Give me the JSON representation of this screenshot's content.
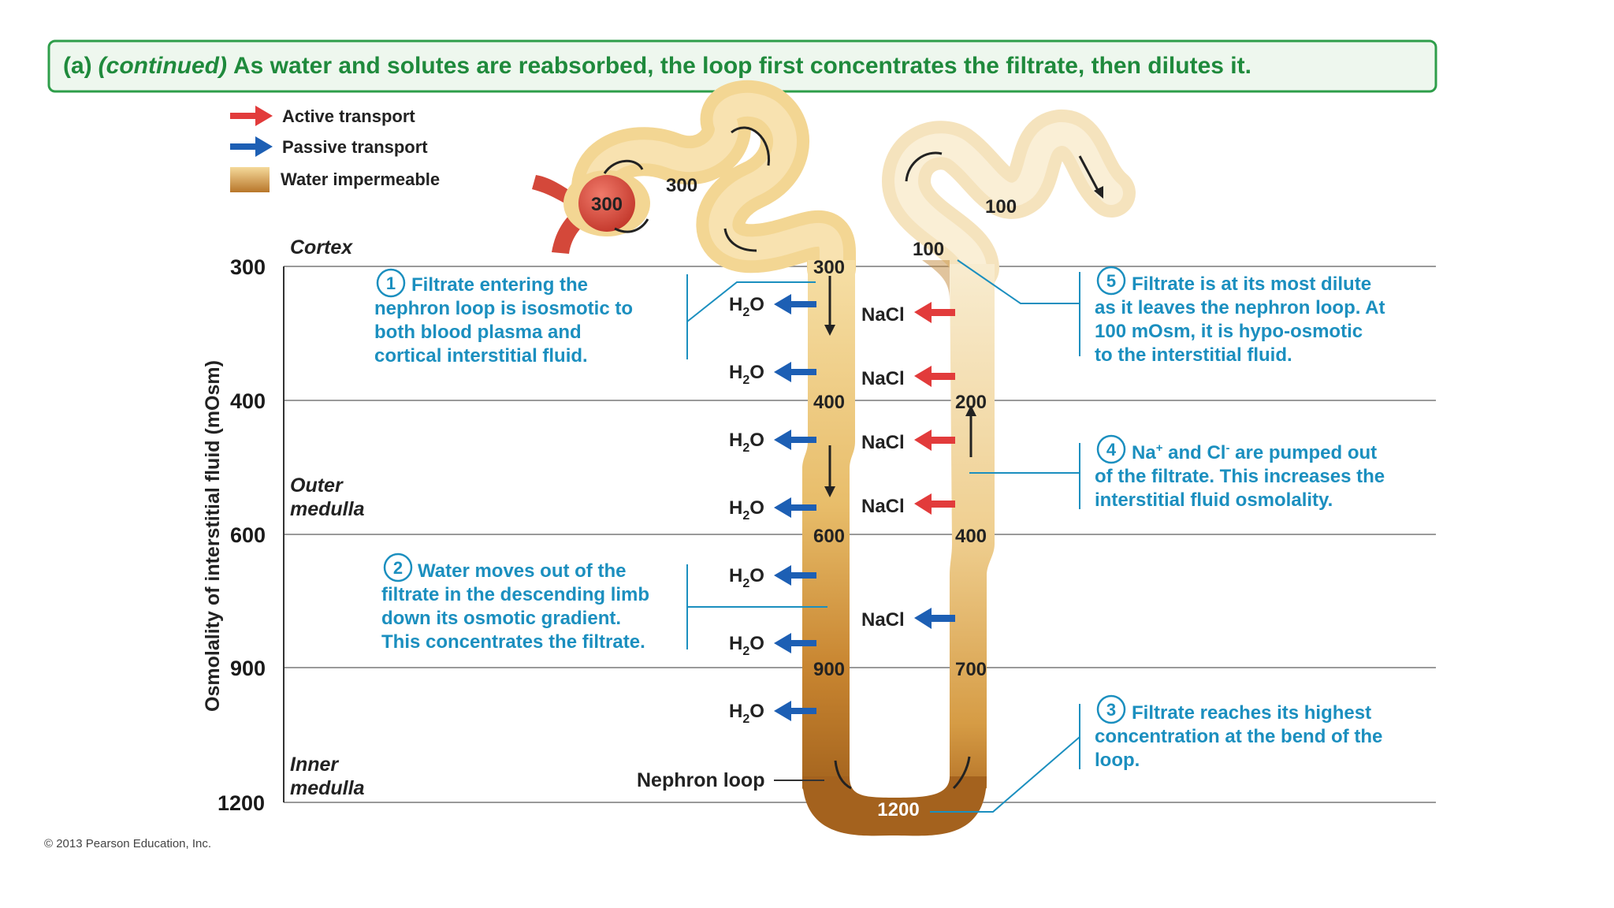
{
  "title": {
    "prefix": "(a)",
    "italic": "(continued)",
    "rest": "As water and solutes are reabsorbed, the loop first concentrates the filtrate, then dilutes it."
  },
  "legend": [
    {
      "label": "Active transport",
      "icon": "red-arrow-icon",
      "color": "#e23b3b"
    },
    {
      "label": "Passive transport",
      "icon": "blue-arrow-icon",
      "color": "#1d5fb4"
    },
    {
      "label": "Water impermeable",
      "icon": "gradient-swatch-icon",
      "color": "#c78a2a"
    }
  ],
  "axis": {
    "label": "Osmolality of interstitial fluid (mOsm)",
    "ticks": [
      "300",
      "400",
      "600",
      "900",
      "1200"
    ]
  },
  "zones": {
    "cortex": "Cortex",
    "outer_1": "Outer",
    "outer_2": "medulla",
    "inner_1": "Inner",
    "inner_2": "medulla"
  },
  "values": {
    "glom": "300",
    "prox": "300",
    "distal_top": "100",
    "asc_top": "100",
    "d300": "300",
    "d400": "400",
    "d600": "600",
    "d900": "900",
    "a200": "200",
    "a400": "400",
    "a700": "700",
    "bend": "1200"
  },
  "water": {
    "main": "H",
    "sub": "2",
    "end": "O"
  },
  "salt": "NaCl",
  "loop_label": "Nephron loop",
  "notes": {
    "n1": {
      "num": "1",
      "lines": [
        "Filtrate entering the",
        "nephron loop is isosmotic to",
        "both blood plasma and",
        "cortical interstitial fluid."
      ]
    },
    "n2": {
      "num": "2",
      "lines": [
        "Water moves out of the",
        "filtrate in the descending limb",
        "down its osmotic gradient.",
        "This concentrates the filtrate."
      ]
    },
    "n3": {
      "num": "3",
      "lines": [
        "Filtrate reaches its highest",
        "concentration at the bend of the",
        "loop."
      ]
    },
    "n4": {
      "num": "4",
      "line1_a": "Na",
      "line1_b": "+",
      "line1_c": " and Cl",
      "line1_d": "-",
      "line1_e": " are pumped out",
      "lines": [
        "of the filtrate. This increases the",
        "interstitial fluid osmolality."
      ]
    },
    "n5": {
      "num": "5",
      "lines": [
        "Filtrate is at its most dilute",
        "as it leaves the nephron loop. At",
        "100 mOsm, it is hypo-osmotic",
        "to the interstitial fluid."
      ]
    }
  },
  "copyright": "© 2013 Pearson Education, Inc."
}
